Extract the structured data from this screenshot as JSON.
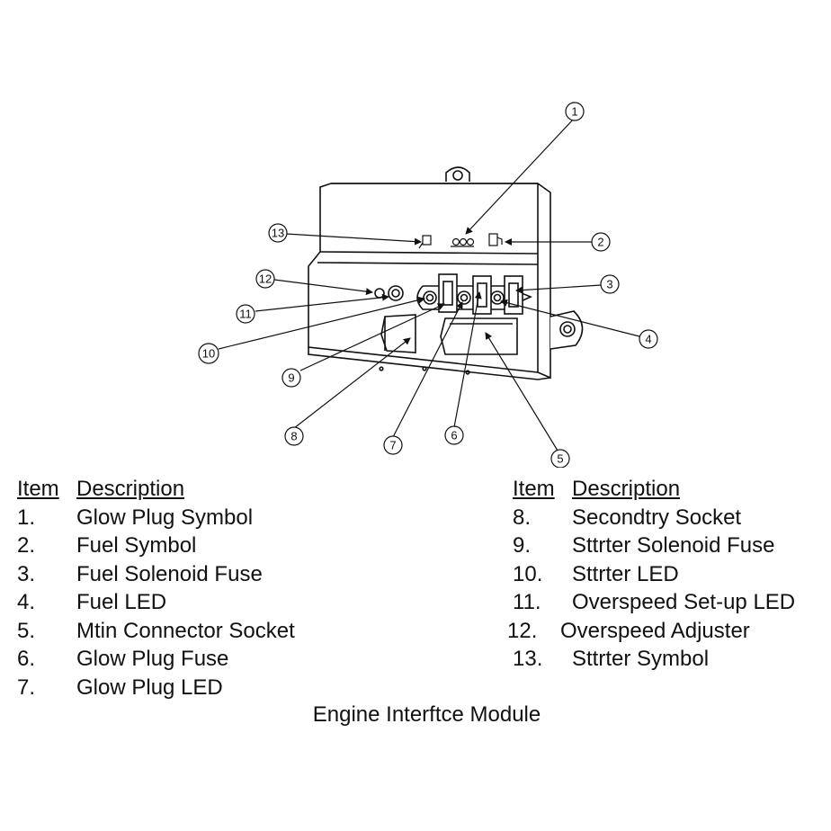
{
  "callouts": [
    "1",
    "2",
    "3",
    "4",
    "5",
    "6",
    "7",
    "8",
    "9",
    "10",
    "11",
    "12",
    "13"
  ],
  "legend": {
    "header_item": "Item",
    "header_description": "Description",
    "left": [
      {
        "num": "1.",
        "desc": "Glow Plug Symbol"
      },
      {
        "num": "2.",
        "desc": "Fuel Symbol"
      },
      {
        "num": "3.",
        "desc": "Fuel Solenoid Fuse"
      },
      {
        "num": "4.",
        "desc": "Fuel LED"
      },
      {
        "num": "5.",
        "desc": "Mtin Connector Socket"
      },
      {
        "num": "6.",
        "desc": "Glow Plug Fuse"
      },
      {
        "num": "7.",
        "desc": "Glow Plug LED"
      }
    ],
    "right": [
      {
        "num": "8.",
        "desc": "Secondtry Socket"
      },
      {
        "num": "9.",
        "desc": "Sttrter Solenoid Fuse"
      },
      {
        "num": "10.",
        "desc": "Sttrter LED"
      },
      {
        "num": "11.",
        "desc": "Overspeed Set-up LED"
      },
      {
        "num": "12.",
        "desc": "Overspeed Adjuster"
      },
      {
        "num": "13.",
        "desc": "Sttrter Symbol"
      }
    ]
  },
  "caption": "Engine Interftce Module"
}
